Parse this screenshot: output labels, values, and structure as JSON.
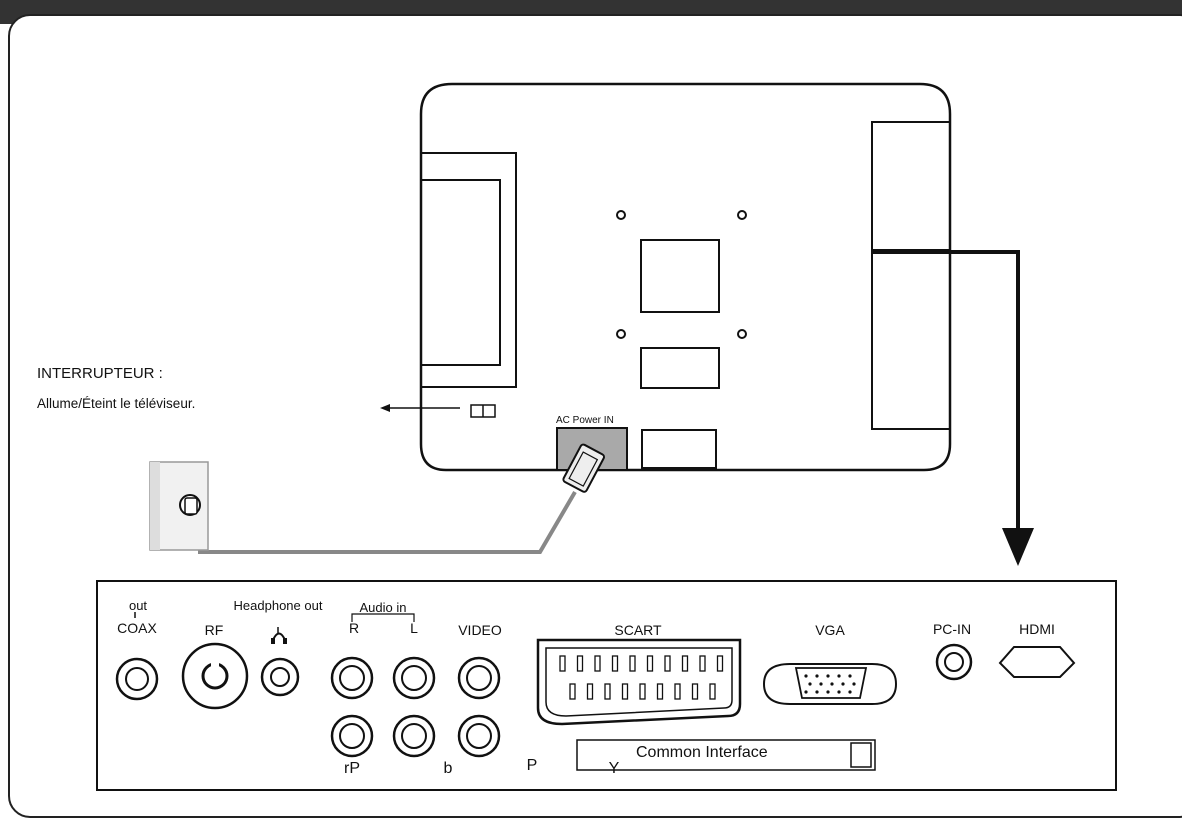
{
  "switch_title": "INTERRUPTEUR :",
  "switch_desc": "Allume/Éteint le téléviseur.",
  "ac_power": "AC Power IN",
  "ports": {
    "coax_top": "out",
    "coax": "COAX",
    "rf": "RF",
    "headphone": "Headphone out",
    "audio_in": "Audio in",
    "r": "R",
    "l": "L",
    "video": "VIDEO",
    "scart": "SCART",
    "vga": "VGA",
    "pcin": "PC-IN",
    "hdmi": "HDMI",
    "pr": "rP",
    "pb": "b",
    "p": "P",
    "y": "Y",
    "ci": "Common Interface"
  },
  "colors": {
    "line": "#111111",
    "cable": "#888888",
    "plug_bg": "#a9a9a9"
  },
  "icons": {
    "headphone": "headphone-icon"
  }
}
